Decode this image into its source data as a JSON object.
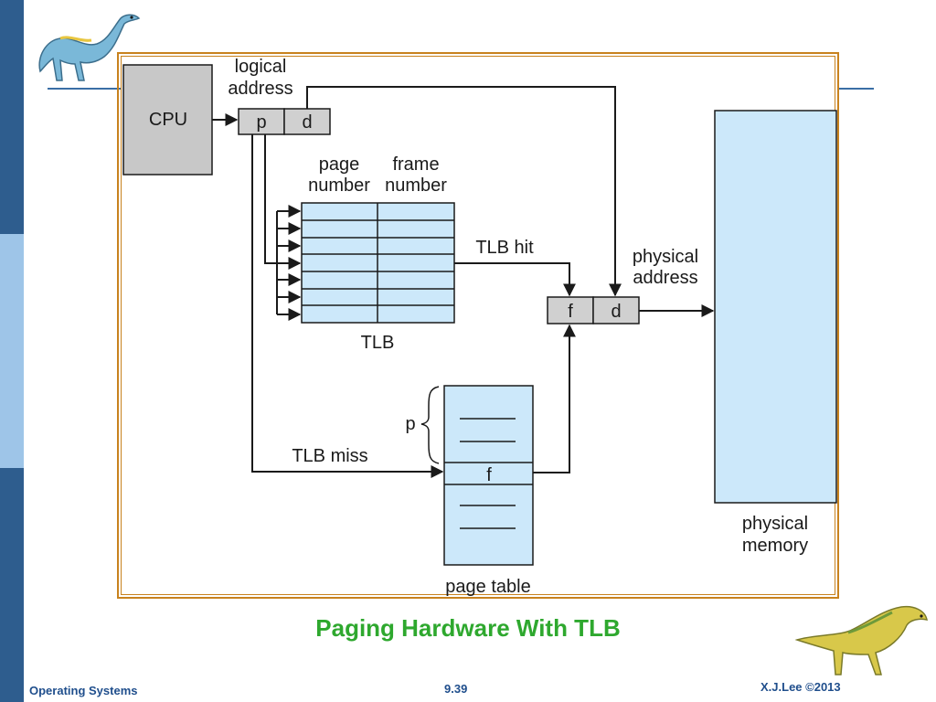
{
  "slide": {
    "title": "Paging Hardware With TLB",
    "footer_left": "Operating Systems",
    "footer_center": "9.39",
    "footer_right": "X.J.Lee ©2013"
  },
  "colors": {
    "box_fill": "#cce8fa",
    "cpu_fill": "#c8c8c8",
    "address_fill": "#d0d0d0",
    "frame_border": "#c8821e",
    "title_color": "#2ea82e",
    "footer_color": "#1f4e8c",
    "sidebar_dark": "#2e5d8e",
    "sidebar_light": "#9ec5e8"
  },
  "diagram": {
    "cpu": "CPU",
    "logical_address": [
      "logical",
      "address"
    ],
    "logical_p": "p",
    "logical_d": "d",
    "tlb_col1": [
      "page",
      "number"
    ],
    "tlb_col2": [
      "frame",
      "number"
    ],
    "tlb_label": "TLB",
    "tlb_hit": "TLB hit",
    "tlb_miss": "TLB miss",
    "physical_address": [
      "physical",
      "address"
    ],
    "physical_f": "f",
    "physical_d": "d",
    "physical_memory": [
      "physical",
      "memory"
    ],
    "page_table_label": "page table",
    "page_table_p": "p",
    "page_table_f": "f"
  },
  "icons": [
    "dinosaur-icon",
    "dinosaur-icon"
  ]
}
